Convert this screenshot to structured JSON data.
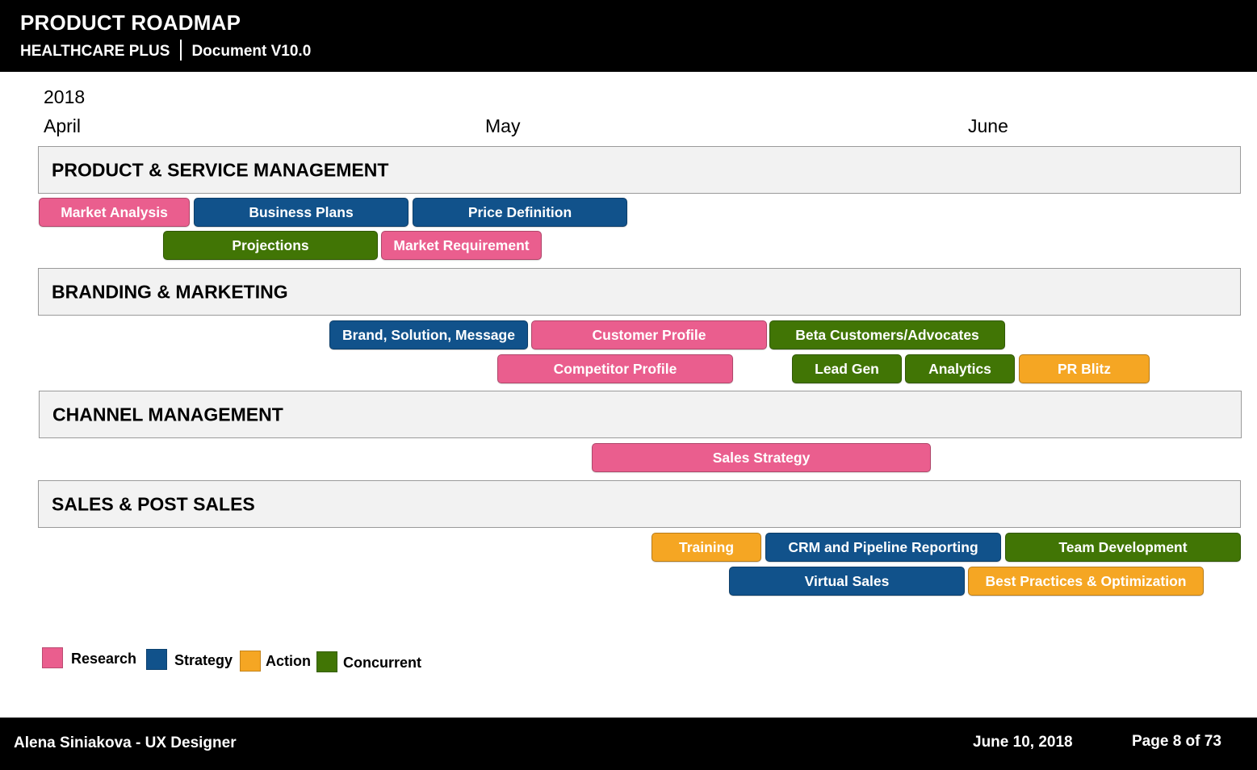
{
  "header": {
    "title": "PRODUCT ROADMAP",
    "company": "HEALTHCARE PLUS",
    "document": "Document V10.0"
  },
  "timeline": {
    "year": "2018",
    "months": [
      "April",
      "May",
      "June"
    ]
  },
  "sections": [
    {
      "title": "PRODUCT & SERVICE MANAGEMENT",
      "tasks": [
        {
          "label": "Market Analysis",
          "category": "research"
        },
        {
          "label": "Business Plans",
          "category": "strategy"
        },
        {
          "label": "Price Definition",
          "category": "strategy"
        },
        {
          "label": "Projections",
          "category": "concurrent"
        },
        {
          "label": "Market Requirement",
          "category": "research"
        }
      ]
    },
    {
      "title": "BRANDING & MARKETING",
      "tasks": [
        {
          "label": "Brand, Solution, Message",
          "category": "strategy"
        },
        {
          "label": "Customer Profile",
          "category": "research"
        },
        {
          "label": "Beta Customers/Advocates",
          "category": "concurrent"
        },
        {
          "label": "Competitor Profile",
          "category": "research"
        },
        {
          "label": "Lead Gen",
          "category": "concurrent"
        },
        {
          "label": "Analytics",
          "category": "concurrent"
        },
        {
          "label": "PR Blitz",
          "category": "action"
        }
      ]
    },
    {
      "title": "CHANNEL MANAGEMENT",
      "tasks": [
        {
          "label": "Sales Strategy",
          "category": "research"
        }
      ]
    },
    {
      "title": "SALES & POST SALES",
      "tasks": [
        {
          "label": "Training",
          "category": "action"
        },
        {
          "label": "CRM and Pipeline Reporting",
          "category": "strategy"
        },
        {
          "label": "Team Development",
          "category": "concurrent"
        },
        {
          "label": "Virtual Sales",
          "category": "strategy"
        },
        {
          "label": "Best Practices & Optimization",
          "category": "action"
        }
      ]
    }
  ],
  "legend": [
    {
      "label": "Research",
      "color": "#ea5e8e"
    },
    {
      "label": "Strategy",
      "color": "#11528b"
    },
    {
      "label": "Action",
      "color": "#f5a623"
    },
    {
      "label": "Concurrent",
      "color": "#417505"
    }
  ],
  "footer": {
    "author": "Alena Siniakova - UX Designer",
    "date": "June 10, 2018",
    "page": "Page 8 of 73"
  }
}
